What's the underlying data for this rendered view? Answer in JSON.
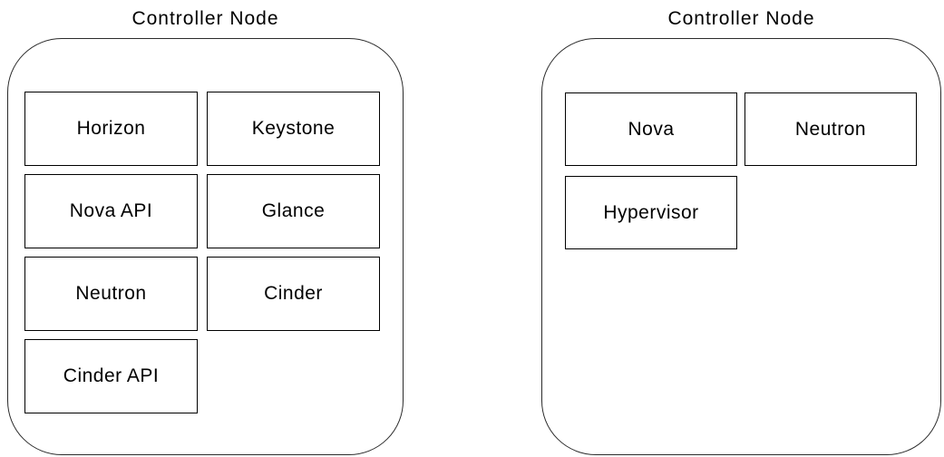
{
  "diagram": {
    "colors": {
      "background": "#ffffff",
      "line": "#000000",
      "text": "#000000"
    },
    "nodes": [
      {
        "title": "Controller Node",
        "components": [
          "Horizon",
          "Keystone",
          "Nova API",
          "Glance",
          "Neutron",
          "Cinder",
          "Cinder API"
        ]
      },
      {
        "title": "Controller Node",
        "components": [
          "Nova",
          "Neutron",
          "Hypervisor"
        ]
      }
    ]
  }
}
